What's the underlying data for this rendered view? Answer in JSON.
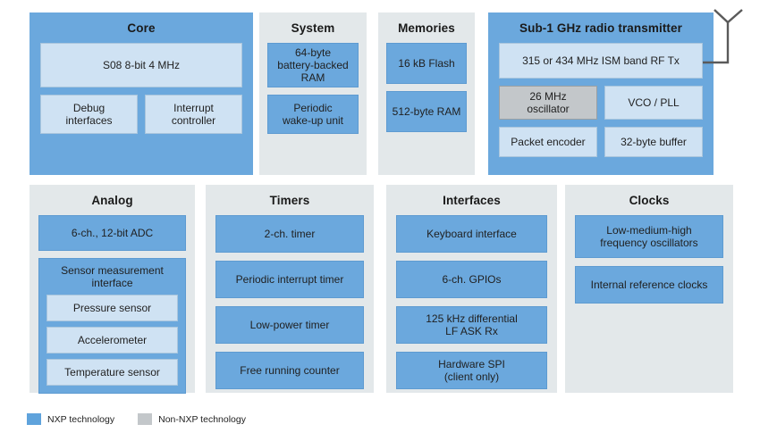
{
  "legend": {
    "nxp_label": "NXP technology",
    "non_nxp_label": "Non-NXP technology",
    "nxp_color": "#5fa3dc",
    "non_nxp_color": "#c3c7ca"
  },
  "colors": {
    "panel_gray": "#e3e8ea",
    "nxp_blue": "#6ba8dd",
    "light_blue": "#cfe2f3",
    "non_nxp_gray": "#c3c7ca"
  },
  "panels": {
    "core": {
      "title": "Core",
      "cpu": "S08 8-bit 4 MHz",
      "debug": "Debug\ninterfaces",
      "debug_l1": "Debug",
      "debug_l2": "interfaces",
      "interrupt_l1": "Interrupt",
      "interrupt_l2": "controller"
    },
    "system": {
      "title": "System",
      "bbram_l1": "64-byte",
      "bbram_l2": "battery-backed",
      "bbram_l3": "RAM",
      "wake_l1": "Periodic",
      "wake_l2": "wake-up unit"
    },
    "memories": {
      "title": "Memories",
      "flash": "16 kB Flash",
      "ram": "512-byte RAM"
    },
    "radio": {
      "title": "Sub-1 GHz radio transmitter",
      "rf_tx": "315 or 434 MHz ISM band RF Tx",
      "osc_l1": "26 MHz",
      "osc_l2": "oscillator",
      "vco_pll": "VCO / PLL",
      "packet_encoder": "Packet encoder",
      "buffer": "32-byte buffer"
    },
    "analog": {
      "title": "Analog",
      "adc": "6-ch., 12-bit ADC",
      "sensor_group_l1": "Sensor measurement",
      "sensor_group_l2": "interface",
      "pressure": "Pressure sensor",
      "accelerometer": "Accelerometer",
      "temperature": "Temperature sensor"
    },
    "timers": {
      "title": "Timers",
      "items": [
        "2-ch. timer",
        "Periodic interrupt timer",
        "Low-power timer",
        "Free running counter"
      ]
    },
    "interfaces": {
      "title": "Interfaces",
      "keyboard": "Keyboard interface",
      "gpios": "6-ch. GPIOs",
      "lf_l1": "125 kHz differential",
      "lf_l2": "LF ASK Rx",
      "spi_l1": "Hardware SPI",
      "spi_l2": "(client only)"
    },
    "clocks": {
      "title": "Clocks",
      "osc_l1": "Low-medium-high",
      "osc_l2": "frequency oscillators",
      "internal": "Internal reference clocks"
    }
  }
}
